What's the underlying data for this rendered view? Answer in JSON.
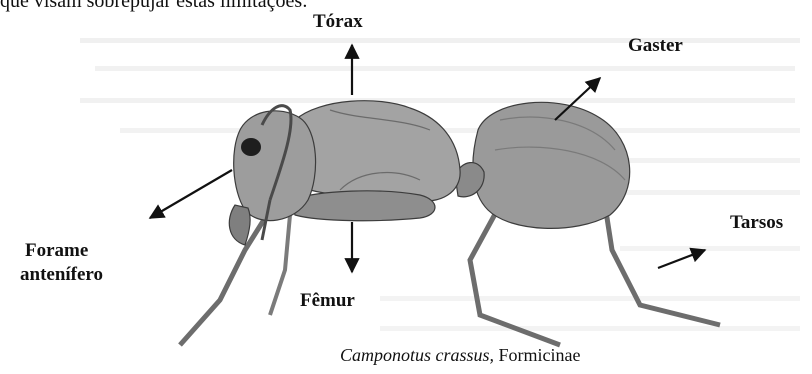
{
  "header_text": "que visam sobrepujar estas limitações:",
  "labels": {
    "torax": "Tórax",
    "gaster": "Gaster",
    "forame": [
      "Forame",
      "antenífero"
    ],
    "femur": "Fêmur",
    "tarsos": "Tarsos"
  },
  "caption": {
    "species": "Camponotus crassus,",
    "family": "Formicinae"
  },
  "colors": {
    "ant_body": "#9a9a9a",
    "ant_shadow": "#5e5e5e",
    "ant_highlight": "#c7c7c7",
    "arrow": "#111111",
    "faint_text": "#d9d9d9"
  }
}
